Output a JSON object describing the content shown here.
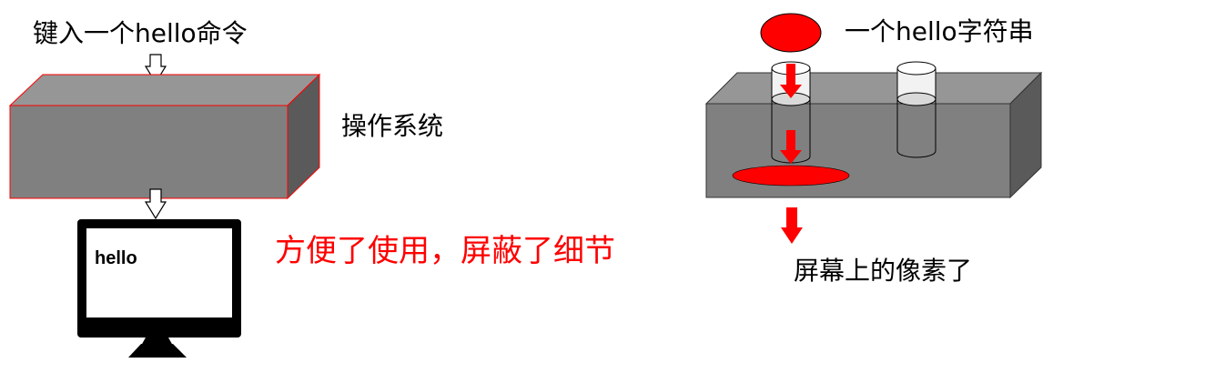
{
  "left": {
    "input_label": "键入一个hello命令",
    "os_label": "操作系统",
    "screen_text": "hello"
  },
  "middle": {
    "caption": "方便了使用，屏蔽了细节"
  },
  "right": {
    "string_label": "一个hello字符串",
    "pixels_label": "屏幕上的像素了"
  },
  "colors": {
    "accent": "#ff0000",
    "box_front": "#808080",
    "box_top": "#969696",
    "box_side": "#5a5a5a",
    "box_edge": "#ff0000"
  }
}
